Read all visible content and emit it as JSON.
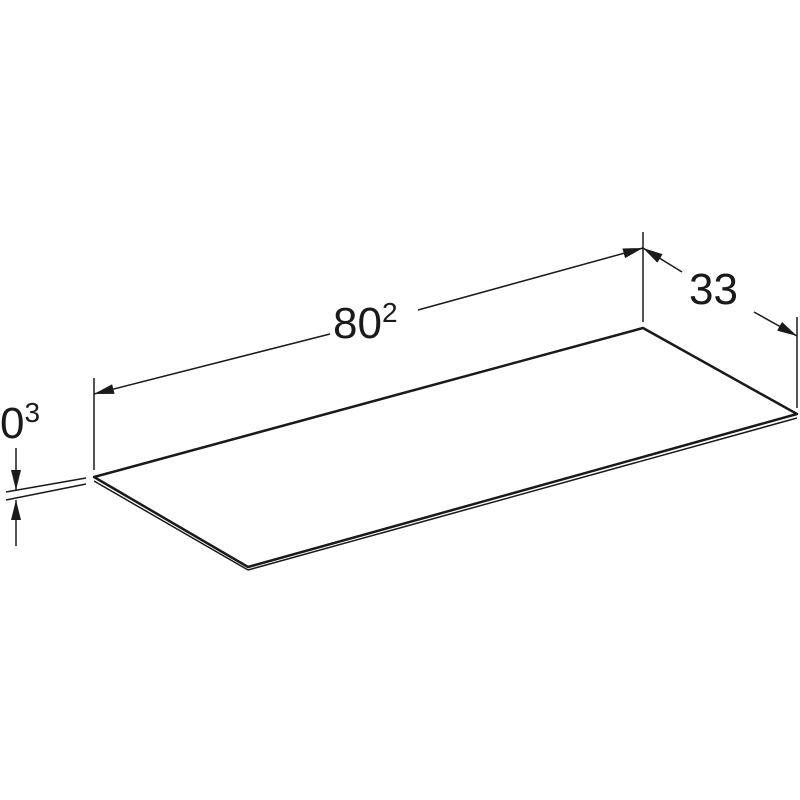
{
  "diagram": {
    "stroke_color": "#1a1a1a",
    "background": "#ffffff",
    "dimensions": {
      "length": {
        "value": "80",
        "superscript": "2"
      },
      "depth": {
        "value": "33"
      },
      "thickness": {
        "value": "0",
        "superscript": "3"
      }
    }
  }
}
